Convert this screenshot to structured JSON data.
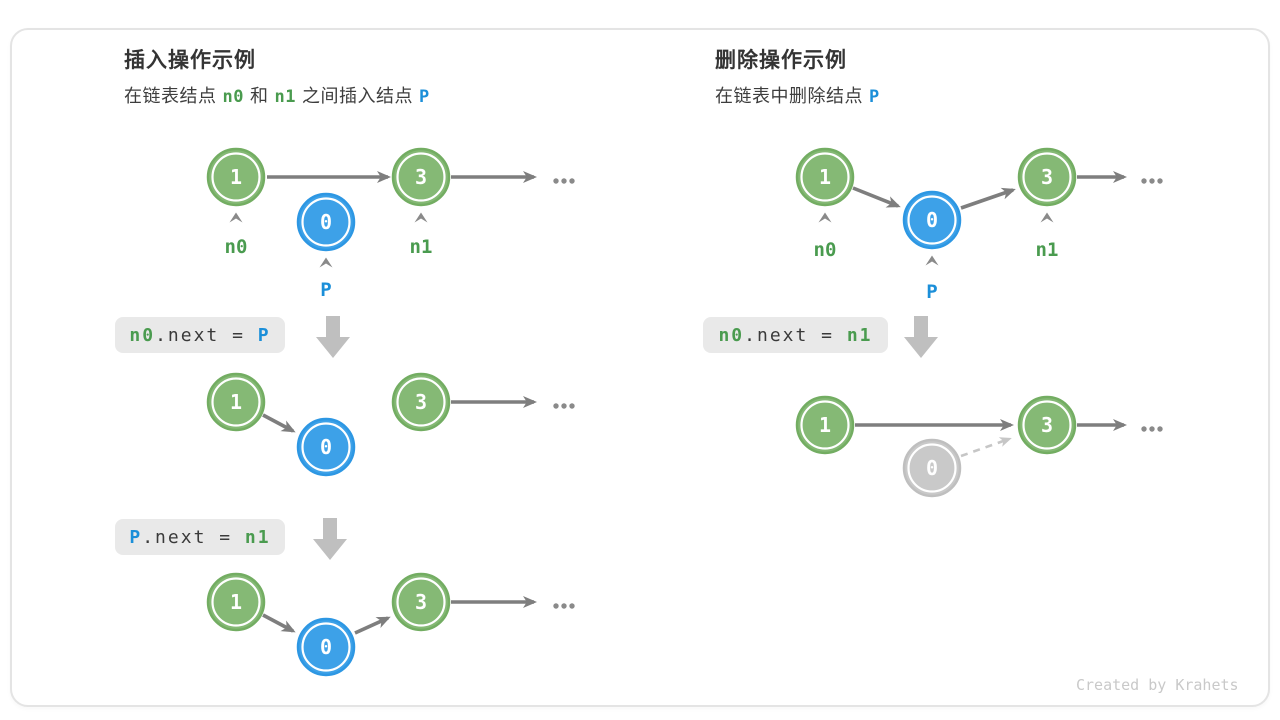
{
  "page": {
    "watermark": "Created by Krahets"
  },
  "colors": {
    "node_green_fill": "#85b975",
    "node_green_stroke": "#73ad62",
    "node_blue_fill": "#3da1e8",
    "node_blue_stroke": "#2d97e3",
    "node_gray_fill": "#c9c9c9",
    "label_green": "#4a9b4f",
    "label_blue": "#1b8fd9",
    "arrow_gray": "#7e7e7e",
    "dashed_gray": "#c6c6c6",
    "code_box_bg": "#e9e9e9",
    "block_arrow": "#bfbfbf",
    "card_border": "#e4e4e4",
    "title_text": "#343434",
    "watermark_text": "#c9c9c9"
  },
  "node_values": {
    "first": "1",
    "inserted": "0",
    "last": "3"
  },
  "pointer_labels": {
    "n0": "n0",
    "n1": "n1",
    "p": "P"
  },
  "ellipsis": "...",
  "insert": {
    "title": "插入操作示例",
    "subtitle": {
      "pre": "在链表结点",
      "n0": "n0",
      "mid": "和",
      "n1": "n1",
      "post": "之间插入结点",
      "p": "P"
    },
    "code_step1": {
      "lhs": "n0",
      "op": ".next = ",
      "rhs": "P"
    },
    "code_step2": {
      "lhs": "P",
      "op": ".next = ",
      "rhs": "n1"
    },
    "steps": [
      {
        "desc": "initial list 1 -> 3 -> ..., detached node 0 labeled P between n0(1) and n1(3)"
      },
      {
        "desc": "after n0.next = P: 1 -> 0, node 3 -> ... separate"
      },
      {
        "desc": "after P.next = n1: 1 -> 0 -> 3 -> ..."
      }
    ]
  },
  "delete": {
    "title": "删除操作示例",
    "subtitle": {
      "pre": "在链表中删除结点",
      "p": "P"
    },
    "code_step1": {
      "lhs": "n0",
      "op": ".next = ",
      "rhs": "n1"
    },
    "steps": [
      {
        "desc": "initial list 1 -> 0 -> 3 -> ..., node 0 labeled P between n0(1) and n1(3)"
      },
      {
        "desc": "after n0.next = n1: 1 -> 3 -> ..., grayed node 0 with dashed link to 3"
      }
    ]
  }
}
